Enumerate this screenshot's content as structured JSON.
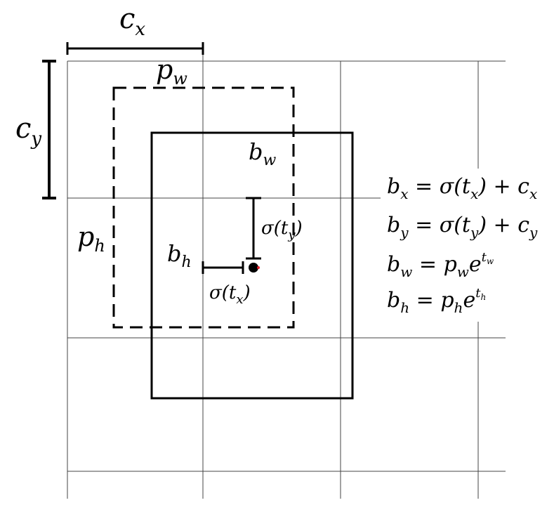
{
  "labels": {
    "cx": {
      "main": "c",
      "sub": "x"
    },
    "cy": {
      "main": "c",
      "sub": "y"
    },
    "pw": {
      "main": "p",
      "sub": "w"
    },
    "ph": {
      "main": "p",
      "sub": "h"
    },
    "bw": {
      "main": "b",
      "sub": "w"
    },
    "bh": {
      "main": "b",
      "sub": "h"
    },
    "sigma_ty": {
      "fn": "σ(t",
      "sub": "y",
      "close": ")"
    },
    "sigma_tx": {
      "fn": "σ(t",
      "sub": "x",
      "close": ")"
    }
  },
  "equations": [
    {
      "lhs": "b",
      "lhs_sub": "x",
      "eq": " = ",
      "rhs1": "σ(t",
      "rhs1_sub": "x",
      "rhs2": ") + c",
      "rhs2_sub": "x"
    },
    {
      "lhs": "b",
      "lhs_sub": "y",
      "eq": " = ",
      "rhs1": "σ(t",
      "rhs1_sub": "y",
      "rhs2": ") + c",
      "rhs2_sub": "y"
    },
    {
      "lhs": "b",
      "lhs_sub": "w",
      "eq": " = ",
      "rhs1": "p",
      "rhs1_sub": "w",
      "rhs2": "e",
      "rhs2_sup": "t",
      "rhs2_sup_sub": "w"
    },
    {
      "lhs": "b",
      "lhs_sub": "h",
      "eq": " = ",
      "rhs1": "p",
      "rhs1_sub": "h",
      "rhs2": "e",
      "rhs2_sup": "t",
      "rhs2_sup_sub": "h"
    }
  ],
  "colors": {
    "line": "#000000",
    "grid": "#333333",
    "center_dot_accent": "#e0202a"
  }
}
